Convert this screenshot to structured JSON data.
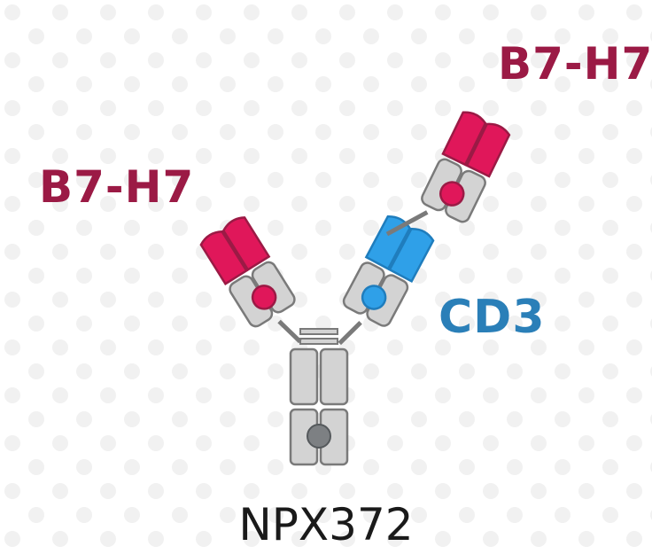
{
  "labels": {
    "target_right": "B7-H7",
    "target_left": "B7-H7",
    "cd3": "CD3",
    "molecule_name": "NPX372"
  },
  "colors": {
    "b7h7": "#e0175a",
    "b7h7_text": "#9b1a45",
    "cd3": "#2fa0e8",
    "cd3_text": "#2a7fb8",
    "domain_gray": "#cfcfcf",
    "outline": "#7a7a7a",
    "core_dot": "#7d8083",
    "background_dot": "#f1f1f1"
  }
}
